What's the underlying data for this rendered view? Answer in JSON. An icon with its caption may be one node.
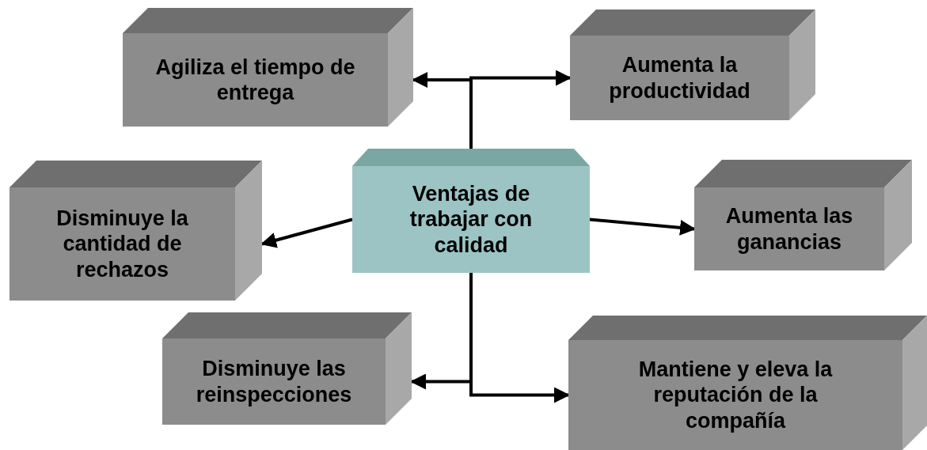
{
  "diagram": {
    "nodes": [
      {
        "text": [
          "Ventajas de trabajar con calidad"
        ]
      },
      {
        "text": [
          "Agiliza el tiempo de entrega"
        ]
      },
      {
        "text": [
          "Aumenta la productividad"
        ]
      },
      {
        "text": [
          "Disminuye la cantidad de rechazos"
        ]
      },
      {
        "text": [
          "Aumenta las ganancias"
        ]
      },
      {
        "text": [
          "Disminuye las reinspecciones"
        ]
      },
      {
        "text": [
          "Mantiene y eleva la reputación de la compañía"
        ]
      }
    ],
    "edges": [
      {
        "from": 0,
        "to": 1,
        "arrow": "to"
      },
      {
        "from": 0,
        "to": 2,
        "arrow": "to"
      },
      {
        "from": 0,
        "to": 3,
        "arrow": "to"
      },
      {
        "from": 0,
        "to": 4,
        "arrow": "to"
      },
      {
        "from": 0,
        "to": 5,
        "arrow": "to"
      },
      {
        "from": 0,
        "to": 6,
        "arrow": "to"
      }
    ]
  }
}
